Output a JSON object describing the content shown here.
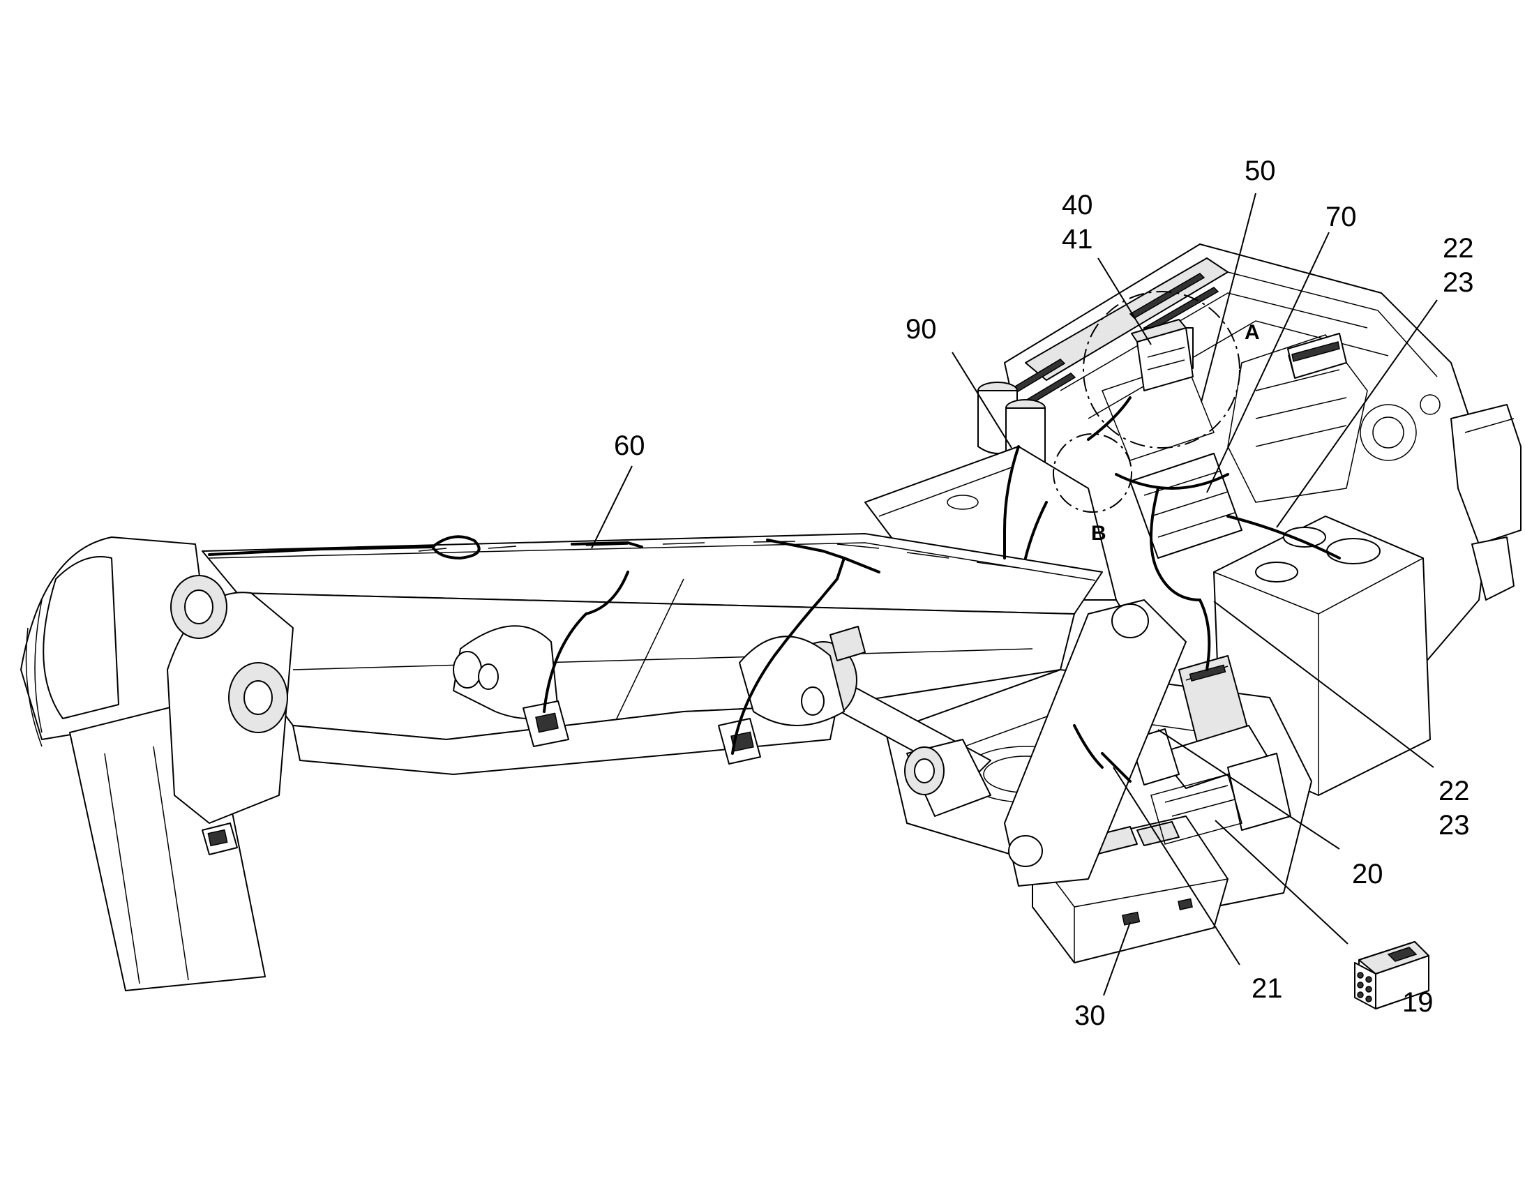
{
  "callouts": {
    "c40": "40",
    "c41": "41",
    "c50": "50",
    "c70": "70",
    "c22_top": "22",
    "c23_top": "23",
    "c90": "90",
    "c60": "60",
    "c22_mid": "22",
    "c23_mid": "23",
    "c20": "20",
    "c21": "21",
    "c30": "30",
    "c19": "19"
  },
  "detail_views": {
    "a": "A",
    "b": "B"
  }
}
